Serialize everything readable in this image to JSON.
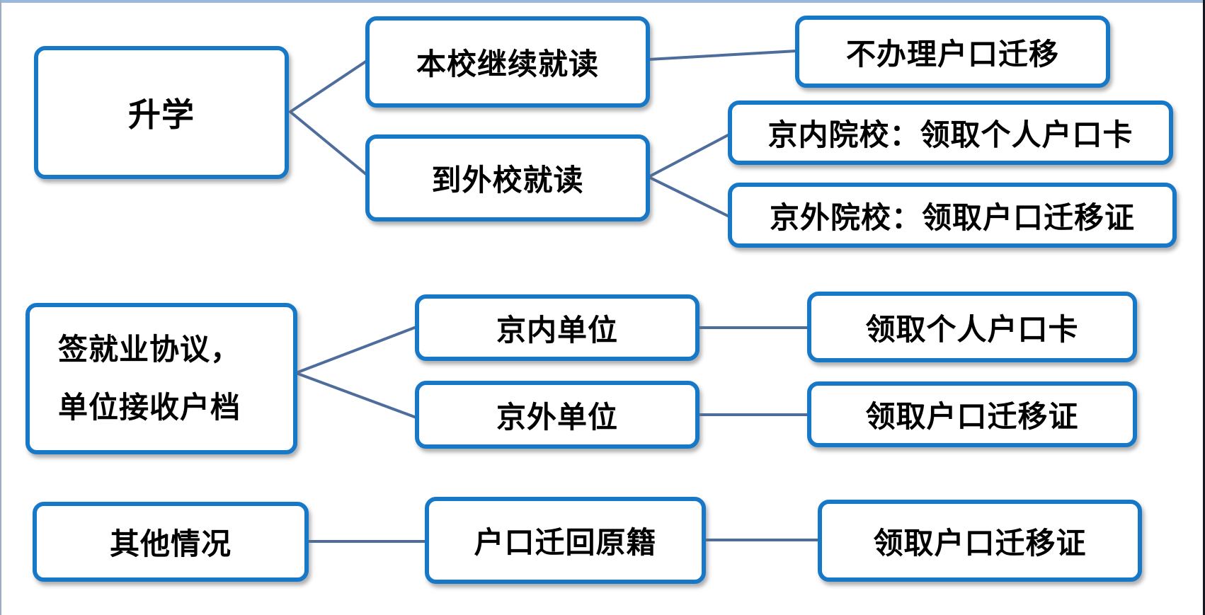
{
  "page": {
    "background": "#ffffff",
    "border_top_color": "#9bb8db",
    "border_left_color": "#9fadc4",
    "border_right_color": "#171721"
  },
  "style": {
    "box_border_color": "#1878C8",
    "box_fill_color": "#ffffff",
    "connector_color": "#4E6D9D",
    "text_color": "#000000"
  },
  "nodes": {
    "shengxue": {
      "label": "升学"
    },
    "benxiao": {
      "label": "本校继续就读"
    },
    "daowaixiao": {
      "label": "到外校就读"
    },
    "bubanli": {
      "label": "不办理户口迁移"
    },
    "jingnei_yx": {
      "label": "京内院校：领取个人户口卡"
    },
    "jingwai_yx": {
      "label": "京外院校：领取户口迁移证"
    },
    "qianjiuye": {
      "label": "签就业协议，\n单位接收户档"
    },
    "jingnei_dw": {
      "label": "京内单位"
    },
    "jingwai_dw": {
      "label": "京外单位"
    },
    "lingqu_ka": {
      "label": "领取个人户口卡"
    },
    "lingqu_zheng1": {
      "label": "领取户口迁移证"
    },
    "qita": {
      "label": "其他情况"
    },
    "qianhui": {
      "label": "户口迁回原籍"
    },
    "lingqu_zheng2": {
      "label": "领取户口迁移证"
    }
  },
  "edges": [
    {
      "from": "shengxue",
      "to": "benxiao"
    },
    {
      "from": "shengxue",
      "to": "daowaixiao"
    },
    {
      "from": "benxiao",
      "to": "bubanli"
    },
    {
      "from": "daowaixiao",
      "to": "jingnei_yx"
    },
    {
      "from": "daowaixiao",
      "to": "jingwai_yx"
    },
    {
      "from": "qianjiuye",
      "to": "jingnei_dw"
    },
    {
      "from": "qianjiuye",
      "to": "jingwai_dw"
    },
    {
      "from": "jingnei_dw",
      "to": "lingqu_ka"
    },
    {
      "from": "jingwai_dw",
      "to": "lingqu_zheng1"
    },
    {
      "from": "qita",
      "to": "qianhui"
    },
    {
      "from": "qianhui",
      "to": "lingqu_zheng2"
    }
  ]
}
